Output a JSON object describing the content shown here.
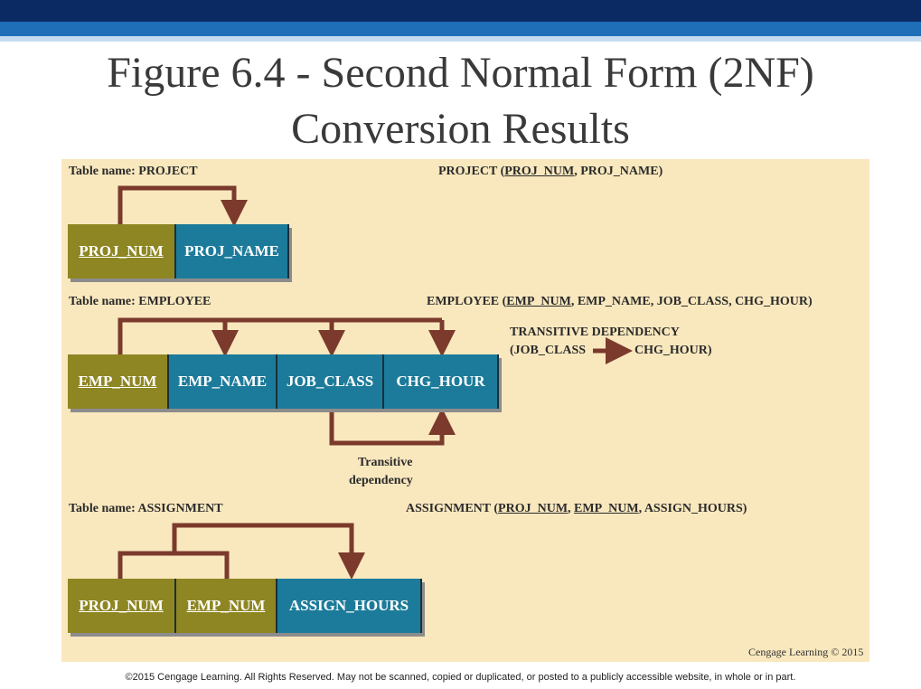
{
  "slide": {
    "title_line1": "Figure 6.4 - Second Normal Form (2NF)",
    "title_line2": "Conversion Results",
    "footer_copyright": "©2015 Cengage Learning. All Rights Reserved. May not be scanned, copied or duplicated, or posted to a publicly accessible website, in whole or in part.",
    "panel_credit": "Cengage Learning © 2015"
  },
  "project": {
    "table_label": "Table name: PROJECT",
    "schema_prefix": "PROJECT (",
    "schema_key": "PROJ_NUM",
    "schema_rest": ", PROJ_NAME)",
    "cells": [
      "PROJ_NUM",
      "PROJ_NAME"
    ]
  },
  "employee": {
    "table_label": "Table name: EMPLOYEE",
    "schema_prefix": "EMPLOYEE (",
    "schema_key": "EMP_NUM",
    "schema_rest": ", EMP_NAME, JOB_CLASS, CHG_HOUR)",
    "cells": [
      "EMP_NUM",
      "EMP_NAME",
      "JOB_CLASS",
      "CHG_HOUR"
    ],
    "transitive_title": "TRANSITIVE DEPENDENCY",
    "transitive_from": "(JOB_CLASS",
    "transitive_to": "CHG_HOUR)",
    "transitive_note_line1": "Transitive",
    "transitive_note_line2": "dependency"
  },
  "assignment": {
    "table_label": "Table name: ASSIGNMENT",
    "schema_prefix": "ASSIGNMENT (",
    "schema_key1": "PROJ_NUM",
    "schema_sep": ", ",
    "schema_key2": "EMP_NUM",
    "schema_rest": ", ASSIGN_HOURS)",
    "cells": [
      "PROJ_NUM",
      "EMP_NUM",
      "ASSIGN_HOURS"
    ]
  },
  "colors": {
    "key_cell": "#8e8622",
    "attribute_cell": "#1c7b9a",
    "arrow": "#7b3a2c",
    "panel": "#f9e8be"
  }
}
